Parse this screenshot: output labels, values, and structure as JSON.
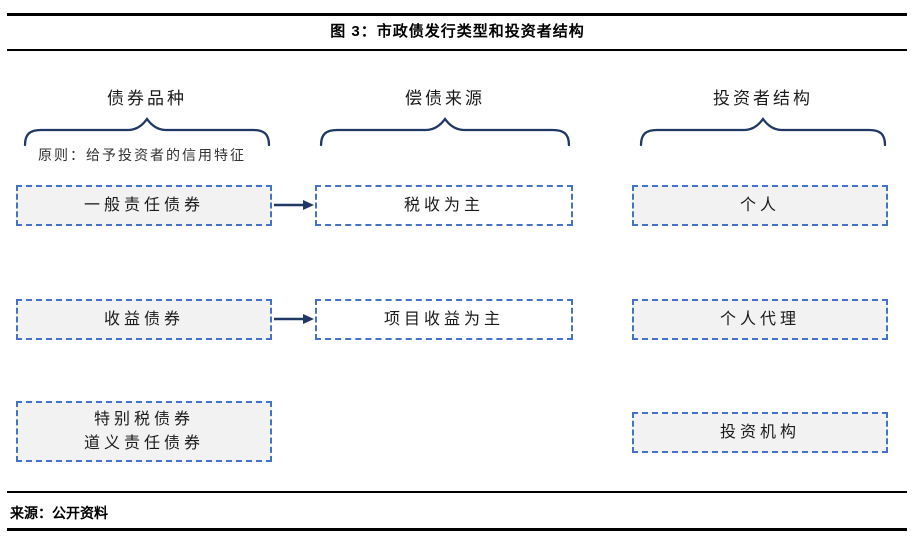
{
  "figure": {
    "title": "图 3：市政债发行类型和投资者结构",
    "source": "来源：公开资料"
  },
  "colors": {
    "navy_accent": "#1F3864",
    "box_border_blue": "#4472C4",
    "box_fill_gray": "#F2F2F2",
    "box_fill_white": "#FFFFFF",
    "rule_black": "#000000"
  },
  "columns": {
    "bond_type": {
      "header": "债券品种",
      "note": "原则：给予投资者的信用特征",
      "box1": "一般责任债券",
      "box2": "收益债券",
      "box3_line1": "特别税债券",
      "box3_line2": "道义责任债券"
    },
    "repayment_source": {
      "header": "偿债来源",
      "box1": "税收为主",
      "box2": "项目收益为主"
    },
    "investor_structure": {
      "header": "投资者结构",
      "box1": "个人",
      "box2": "个人代理",
      "box3": "投资机构"
    }
  }
}
